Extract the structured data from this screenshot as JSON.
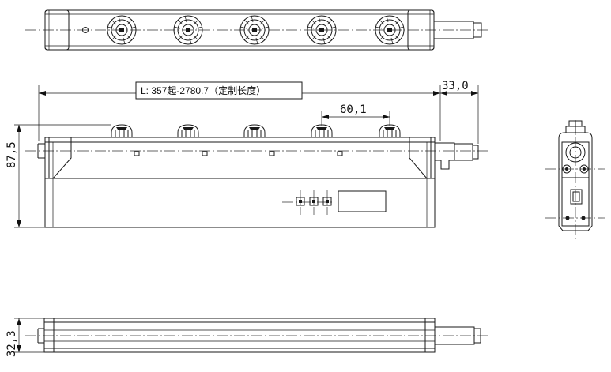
{
  "length_label": "L:  357起-2780.7（定制长度）",
  "dimensions": {
    "end_extension": "33,0",
    "nozzle_pitch": "60,1",
    "height": "87,5",
    "thickness": "32,3"
  },
  "nozzle_count": 5,
  "colors": {
    "line": "#1a1a1a",
    "background": "#ffffff"
  }
}
